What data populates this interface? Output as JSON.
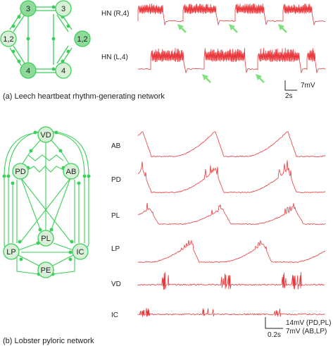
{
  "colors": {
    "network": "#3ccf5a",
    "node_light": "#d8f0d8",
    "node_dark": "#8fd99a",
    "trace": "#e8383c",
    "arrow": "#7fe07f"
  },
  "panel_a": {
    "caption": "(a) Leech heartbeat rhythm-generating network",
    "nodes": [
      {
        "id": "top-left",
        "label": "3",
        "shade": "dark"
      },
      {
        "id": "top-right",
        "label": "3",
        "shade": "light"
      },
      {
        "id": "mid-left",
        "label": "1,2",
        "shade": "light"
      },
      {
        "id": "mid-right",
        "label": "1,2",
        "shade": "dark"
      },
      {
        "id": "bottom-left",
        "label": "4",
        "shade": "dark"
      },
      {
        "id": "bottom-right",
        "label": "4",
        "shade": "light"
      }
    ],
    "traces": [
      {
        "label": "HN (R,4)",
        "bursts": 4
      },
      {
        "label": "HN (L,4)",
        "bursts": 4
      }
    ],
    "scale": {
      "time": "2s",
      "voltage": "7mV"
    }
  },
  "panel_b": {
    "caption": "(b) Lobster pyloric network",
    "nodes": [
      {
        "id": "vd",
        "label": "VD"
      },
      {
        "id": "pd",
        "label": "PD"
      },
      {
        "id": "ab",
        "label": "AB"
      },
      {
        "id": "pl",
        "label": "PL"
      },
      {
        "id": "lp",
        "label": "LP"
      },
      {
        "id": "ic",
        "label": "IC"
      },
      {
        "id": "pe",
        "label": "PE"
      }
    ],
    "traces": [
      {
        "label": "AB"
      },
      {
        "label": "PD"
      },
      {
        "label": "PL"
      },
      {
        "label": "LP"
      },
      {
        "label": "VD"
      },
      {
        "label": "IC"
      }
    ],
    "scale": {
      "time": "0.2s",
      "voltage_1": "14mV (PD,PL)",
      "voltage_2": "7mV (AB,LP)"
    }
  }
}
